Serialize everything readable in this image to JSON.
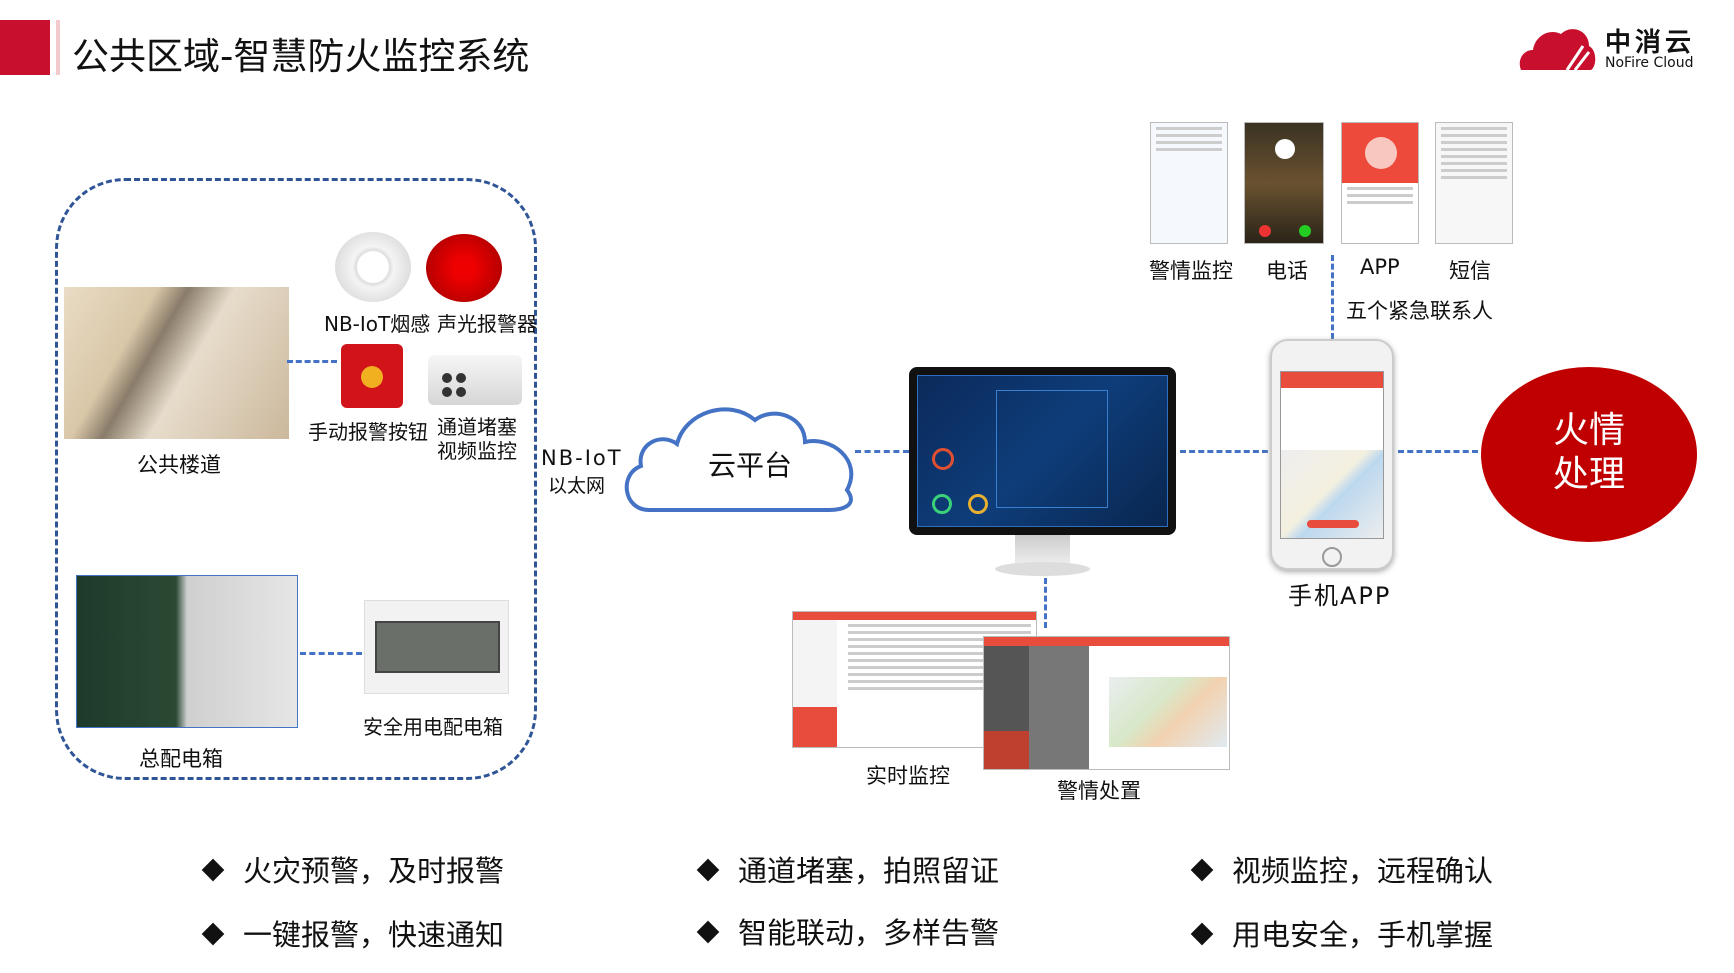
{
  "header": {
    "title": "公共区域-智慧防火监控系统",
    "logo_cn": "中消云",
    "logo_en": "NoFire Cloud",
    "accent": "#c8102e"
  },
  "site": {
    "stairs_label": "公共楼道",
    "smoke_label": "NB-IoT烟感",
    "alarm_label": "声光报警器",
    "button_label": "手动报警按钮",
    "camera_label_1": "通道堵塞",
    "camera_label_2": "视频监控",
    "main_box_label": "总配电箱",
    "safe_box_label": "安全用电配电箱"
  },
  "network": {
    "line1": "NB-IoT",
    "line2": "以太网"
  },
  "cloud": {
    "label": "云平台"
  },
  "notify": {
    "items": [
      "警情监控",
      "电话",
      "APP",
      "短信"
    ],
    "contacts": "五个紧急联系人"
  },
  "phone": {
    "label": "手机APP"
  },
  "fire": {
    "line1": "火情",
    "line2": "处理",
    "color": "#c00000"
  },
  "screens": {
    "realtime": "实时监控",
    "handling": "警情处置"
  },
  "bullets": [
    [
      "火灾预警，及时报警",
      "一键报警，快速通知"
    ],
    [
      "通道堵塞，拍照留证",
      "智能联动，多样告警"
    ],
    [
      "视频监控，远程确认",
      "用电安全，手机掌握"
    ]
  ]
}
